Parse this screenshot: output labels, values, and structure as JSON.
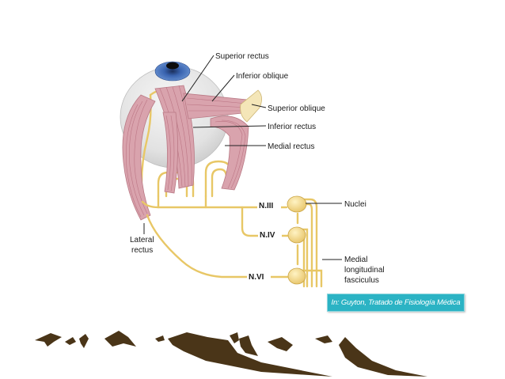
{
  "labels": {
    "superior_rectus": "Superior rectus",
    "inferior_oblique": "Inferior oblique",
    "superior_oblique": "Superior oblique",
    "inferior_rectus": "Inferior rectus",
    "medial_rectus": "Medial rectus",
    "lateral_rectus_line1": "Lateral",
    "lateral_rectus_line2": "rectus",
    "nuclei": "Nuclei",
    "mlf_line1": "Medial",
    "mlf_line2": "longitudinal",
    "mlf_line3": "fasciculus"
  },
  "nerves": {
    "n3": "N.III",
    "n4": "N.IV",
    "n6": "N.VI"
  },
  "credit": "In: Guyton, Tratado de Fisiología Médica",
  "colors": {
    "nerve": "#e8c766",
    "muscle": "#d9a3ad",
    "eyeball": "#e8e8e8",
    "iris": "#4a78c0",
    "credit_bg": "#2bb3c4",
    "decor": "#4a3518"
  }
}
